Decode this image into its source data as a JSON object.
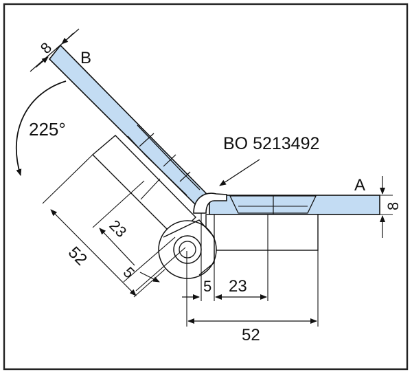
{
  "labels": {
    "leaf_a": "A",
    "leaf_b": "B",
    "part_number": "BO 5213492",
    "angle": "225°",
    "thickness_b": "8",
    "thickness_a": "8",
    "dim_23_tilted": "23",
    "dim_52_tilted": "52",
    "dim_5_tilted": "5",
    "dim_5_bottom": "5",
    "dim_23_bottom": "23",
    "dim_52_bottom": "52"
  },
  "colors": {
    "leaf_fill": "#c3dcf3",
    "line": "#111111",
    "border": "#222222"
  }
}
